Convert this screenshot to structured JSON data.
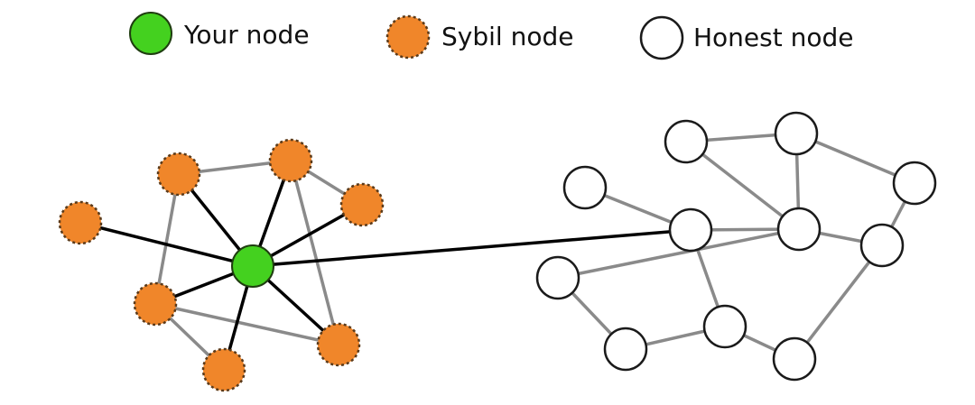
{
  "diagram": {
    "type": "network-graph",
    "description": "Sybil attack illustration: your node connected to a cluster of sybil nodes and one honest node",
    "colors": {
      "your_node_fill": "#44d11f",
      "your_node_stroke": "#1f3d10",
      "sybil_fill": "#f0862a",
      "sybil_stroke": "#5a3a1a",
      "honest_fill": "#ffffff",
      "honest_stroke": "#1a1a1a",
      "strong_edge": "#000000",
      "weak_edge": "#8a8a8a"
    },
    "legend": [
      {
        "id": "your",
        "kind": "your",
        "label": "Your node"
      },
      {
        "id": "sybil",
        "kind": "sybil",
        "label": "Sybil node"
      },
      {
        "id": "honest",
        "kind": "honest",
        "label": "Honest node"
      }
    ],
    "nodes": [
      {
        "id": "you",
        "kind": "your"
      },
      {
        "id": "s1",
        "kind": "sybil"
      },
      {
        "id": "s2",
        "kind": "sybil"
      },
      {
        "id": "s3",
        "kind": "sybil"
      },
      {
        "id": "s4",
        "kind": "sybil"
      },
      {
        "id": "s5",
        "kind": "sybil"
      },
      {
        "id": "s6",
        "kind": "sybil"
      },
      {
        "id": "s7",
        "kind": "sybil"
      },
      {
        "id": "h1",
        "kind": "honest"
      },
      {
        "id": "h2",
        "kind": "honest"
      },
      {
        "id": "h3",
        "kind": "honest"
      },
      {
        "id": "h4",
        "kind": "honest"
      },
      {
        "id": "h5",
        "kind": "honest"
      },
      {
        "id": "h6",
        "kind": "honest"
      },
      {
        "id": "h7",
        "kind": "honest"
      },
      {
        "id": "h8",
        "kind": "honest"
      },
      {
        "id": "h9",
        "kind": "honest"
      },
      {
        "id": "h10",
        "kind": "honest"
      },
      {
        "id": "h11",
        "kind": "honest"
      }
    ],
    "edges": [
      {
        "from": "s2",
        "to": "s3",
        "style": "weak"
      },
      {
        "from": "s3",
        "to": "s4",
        "style": "weak"
      },
      {
        "from": "s2",
        "to": "s5",
        "style": "weak"
      },
      {
        "from": "s3",
        "to": "s7",
        "style": "weak"
      },
      {
        "from": "s5",
        "to": "s6",
        "style": "weak"
      },
      {
        "from": "s5",
        "to": "s7",
        "style": "weak"
      },
      {
        "from": "h1",
        "to": "h2",
        "style": "weak"
      },
      {
        "from": "h1",
        "to": "h6",
        "style": "weak"
      },
      {
        "from": "h2",
        "to": "h6",
        "style": "weak"
      },
      {
        "from": "h2",
        "to": "h3",
        "style": "weak"
      },
      {
        "from": "h4",
        "to": "h5",
        "style": "weak"
      },
      {
        "from": "h5",
        "to": "h6",
        "style": "weak"
      },
      {
        "from": "h6",
        "to": "h7",
        "style": "weak"
      },
      {
        "from": "h7",
        "to": "h3",
        "style": "weak"
      },
      {
        "from": "h8",
        "to": "h6",
        "style": "weak"
      },
      {
        "from": "h5",
        "to": "h9",
        "style": "weak"
      },
      {
        "from": "h8",
        "to": "h10",
        "style": "weak"
      },
      {
        "from": "h10",
        "to": "h9",
        "style": "weak"
      },
      {
        "from": "h9",
        "to": "h11",
        "style": "weak"
      },
      {
        "from": "h11",
        "to": "h7",
        "style": "weak"
      },
      {
        "from": "you",
        "to": "s1",
        "style": "strong"
      },
      {
        "from": "you",
        "to": "s2",
        "style": "strong"
      },
      {
        "from": "you",
        "to": "s3",
        "style": "strong"
      },
      {
        "from": "you",
        "to": "s4",
        "style": "strong"
      },
      {
        "from": "you",
        "to": "s5",
        "style": "strong"
      },
      {
        "from": "you",
        "to": "s6",
        "style": "strong"
      },
      {
        "from": "you",
        "to": "s7",
        "style": "strong"
      },
      {
        "from": "you",
        "to": "h5",
        "style": "strong"
      }
    ]
  }
}
